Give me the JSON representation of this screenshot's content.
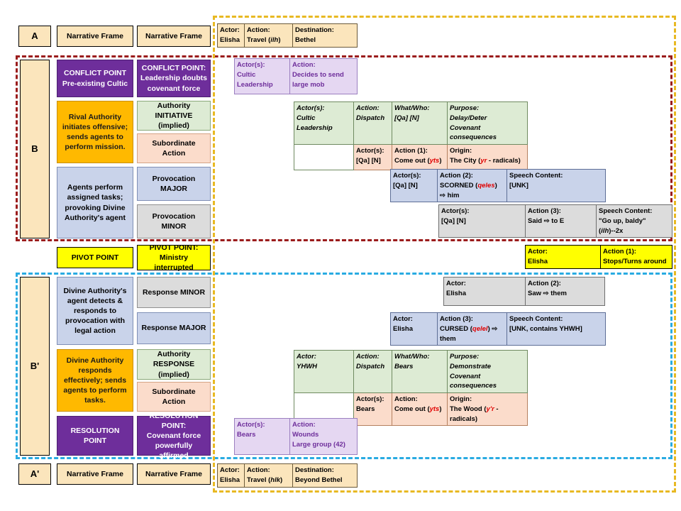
{
  "sections": {
    "a": {
      "letter": "A"
    },
    "b": {
      "letter": "B"
    },
    "bp": {
      "letter": "B'"
    },
    "ap": {
      "letter": "A'"
    }
  },
  "narrative_frames": {
    "a_col2": "Narrative Frame",
    "a_col3": "Narrative Frame",
    "ap_col2": "Narrative Frame",
    "ap_col3": "Narrative Frame"
  },
  "structure_boxes": {
    "conflict_point": "CONFLICT POINT\nPre-existing Cultic",
    "conflict_point_line1": "CONFLICT POINT",
    "conflict_point_line2": "Pre-existing Cultic",
    "conflict_point_detail_line1": "CONFLICT POINT:",
    "conflict_point_detail_line2": "Leadership doubts",
    "conflict_point_detail_line3": "covenant force",
    "rival_authority": "Rival Authority initiates offensive; sends agents to perform mission.",
    "authority_initiative_line1": "Authority INITIATIVE",
    "authority_initiative_line2": "(implied)",
    "subordinate_action_b": "Subordinate Action",
    "agents_perform": "Agents perform assigned tasks; provoking Divine Authority's agent",
    "provocation_major": "Provocation MAJOR",
    "provocation_minor": "Provocation MINOR",
    "pivot_point": "PIVOT POINT",
    "pivot_point_detail_line1": "PIVOT POINT:",
    "pivot_point_detail_line2": "Ministry interrupted",
    "divine_agent_detects": "Divine Authority's agent detects & responds to provocation with legal action",
    "response_minor": "Response MINOR",
    "response_major": "Response MAJOR",
    "divine_responds": "Divine Authority responds effectively; sends agents to perform tasks.",
    "authority_response_line1": "Authority RESPONSE",
    "authority_response_line2": "(implied)",
    "subordinate_action_bp": "Subordinate Action",
    "resolution_point": "RESOLUTION POINT",
    "resolution_point_detail_line1": "RESOLUTION POINT:",
    "resolution_point_detail_line2": "Covenant force",
    "resolution_point_detail_line3": "powerfully affirmed"
  },
  "tables": {
    "a_travel": {
      "actor_label": "Actor:",
      "actor_value": "Elisha",
      "action_label": "Action:",
      "action_value": "Travel (",
      "action_value_it": "ilh",
      "action_value_end": ")",
      "dest_label": "Destination:",
      "dest_value": "Bethel"
    },
    "conflict_detail": {
      "actor_label": "Actor(s):",
      "actor_value": "Cultic Leadership",
      "action_label": "Action:",
      "action_value_l1": "Decides to send",
      "action_value_l2": "large mob"
    },
    "dispatch_b": {
      "actor_label": "Actor(s):",
      "actor_value": "Cultic Leadership",
      "action_label": "Action:",
      "action_value": "Dispatch",
      "what_label": "What/Who:",
      "what_value": "[Qa] [N]",
      "purpose_label": "Purpose:",
      "purpose_l1": "Delay/Deter",
      "purpose_l2": "Covenant consequences",
      "sub_actor_label": "Actor(s):",
      "sub_actor_value": "[Qa] [N]",
      "sub_action_label": "Action (1):",
      "sub_action_value": "Come out (",
      "sub_action_it": "yts",
      "sub_action_end": ")",
      "origin_label": "Origin:",
      "origin_value": "The City (",
      "origin_it": "yr",
      "origin_end": " - radicals)"
    },
    "provocation_major": {
      "actor_label": "Actor(s):",
      "actor_value": "[Qa] [N]",
      "action_label": "Action (2):",
      "action_pre": "SCORNED (",
      "action_it": "qeles",
      "action_post": ") ⇨ him",
      "speech_label": "Speech Content:",
      "speech_value": "[UNK]"
    },
    "provocation_minor": {
      "actor_label": "Actor(s):",
      "actor_value": "[Qa] [N]",
      "action_label": "Action (3):",
      "action_value": "Said ⇨ to E",
      "speech_label": "Speech Content:",
      "speech_l1": "\"Go up, baldy\"",
      "speech_l2_pre": "(",
      "speech_l2_it": "ilh",
      "speech_l2_post": ")--2x"
    },
    "pivot": {
      "actor_label": "Actor:",
      "actor_value": "Elisha",
      "action_label": "Action (1):",
      "action_value": "Stops/Turns around"
    },
    "response_minor": {
      "actor_label": "Actor:",
      "actor_value": "Elisha",
      "action_label": "Action (2):",
      "action_value": "Saw ⇨ them"
    },
    "response_major": {
      "actor_label": "Actor:",
      "actor_value": "Elisha",
      "action_label": "Action (3):",
      "action_pre": "CURSED (",
      "action_it": "qelel",
      "action_post": ") ⇨ them",
      "speech_label": "Speech Content:",
      "speech_value": "[UNK, contains YHWH]"
    },
    "dispatch_bp": {
      "actor_label": "Actor:",
      "actor_value": "YHWH",
      "action_label": "Action:",
      "action_value": "Dispatch",
      "what_label": "What/Who:",
      "what_value": "Bears",
      "purpose_label": "Purpose:",
      "purpose_l1": "Demonstrate",
      "purpose_l2": "Covenant consequences",
      "sub_actor_label": "Actor(s):",
      "sub_actor_value": "Bears",
      "sub_action_label": "Action:",
      "sub_action_value": "Come out (",
      "sub_action_it": "yts",
      "sub_action_end": ")",
      "origin_label": "Origin:",
      "origin_value": "The Wood (",
      "origin_it": "y'r",
      "origin_end": " - radicals)"
    },
    "resolution_detail": {
      "actor_label": "Actor(s):",
      "actor_value": "Bears",
      "action_label": "Action:",
      "action_l1": "Wounds",
      "action_l2": "Large group (42)"
    },
    "ap_travel": {
      "actor_label": "Actor:",
      "actor_value": "Elisha",
      "action_label": "Action:",
      "action_value": "Travel (",
      "action_value_it": "hlk",
      "action_value_end": ")",
      "dest_label": "Destination:",
      "dest_value": "Beyond Bethel"
    }
  },
  "colors": {
    "conflict_purple": "#6E2E9B",
    "authority_orange": "#FFB900",
    "pivot_yellow": "#FFFF00",
    "frame_b_red": "#9B1C1C",
    "frame_bp_blue": "#29ABE2",
    "frame_gold": "#E8B923",
    "cream": "#FBE5BC",
    "blue_grey": "#C9D3EA",
    "grey": "#DCDCDC",
    "green": "#DDEBD4",
    "peach": "#FBDCCB",
    "violet": "#E5D7F2"
  }
}
